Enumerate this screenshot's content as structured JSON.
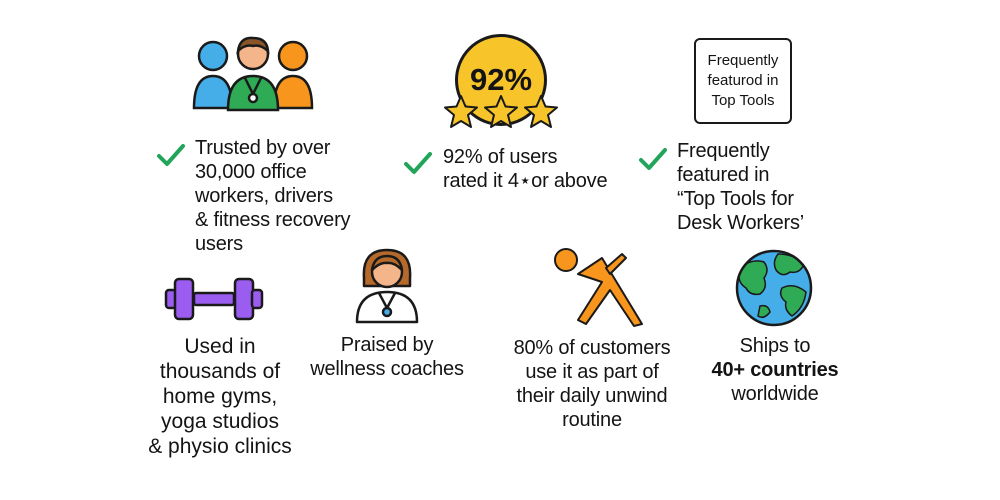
{
  "colors": {
    "check": "#22A55A",
    "gold": "#F7C52A",
    "purple": "#9B5CF0",
    "orange": "#F7951D",
    "blue": "#45ADE8",
    "green": "#2FAA55"
  },
  "icons": [
    "people-group-icon",
    "rating-badge-icon",
    "star-icon",
    "award-box-icon",
    "dumbbell-icon",
    "coach-icon",
    "stretching-person-icon",
    "globe-icon",
    "check-icon"
  ],
  "badge92": "92%",
  "featured_box": {
    "line1": "Frequently",
    "line2": "featurod in",
    "line3": "Top Tools"
  },
  "top": {
    "trusted": [
      "Trusted by over",
      "30,000 office",
      "workers, drivers",
      "& fitness recovery",
      "users"
    ],
    "rated": [
      "92% of users",
      "rated it 4⋆or above"
    ],
    "featured": [
      "Frequently",
      "featured in",
      "“Top Tools for",
      "Desk Workers’"
    ]
  },
  "bottom": {
    "gyms": [
      "Used in",
      "thousands of",
      "home gyms,",
      "yoga studios",
      "& physio clinics"
    ],
    "coaches": [
      "Praised by",
      "wellness coaches"
    ],
    "routine": [
      "80% of customers",
      "use it as part of",
      "their daily unwind",
      "routine"
    ],
    "ships": [
      "Ships to",
      "40+ countries",
      "worldwide"
    ]
  }
}
